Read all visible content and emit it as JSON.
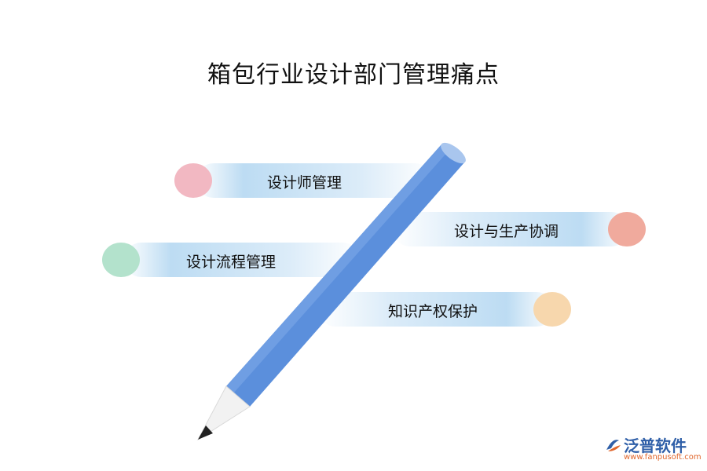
{
  "title": "箱包行业设计部门管理痛点",
  "items": [
    {
      "label": "设计师管理",
      "dot_color": "#f2b8c2"
    },
    {
      "label": "设计与生产协调",
      "dot_color": "#f0aa9d"
    },
    {
      "label": "设计流程管理",
      "dot_color": "#b3e2cc"
    },
    {
      "label": "知识产权保护",
      "dot_color": "#f7d7ad"
    }
  ],
  "pencil_color": "#5b8fdc",
  "logo": {
    "name": "泛普软件",
    "url": "www.fanpusoft.com"
  }
}
